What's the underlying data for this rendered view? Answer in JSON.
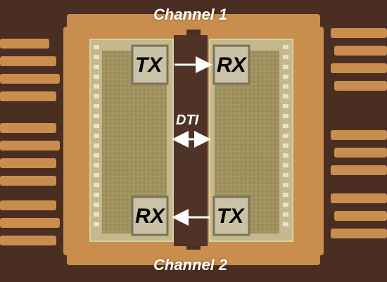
{
  "labels": {
    "channel_1": "Channel 1",
    "channel_2": "Channel 2",
    "dti": "DTI",
    "tx_top": "TX",
    "rx_top": "RX",
    "rx_bottom": "RX",
    "tx_bottom": "TX"
  },
  "colors": {
    "background": "#4a2e22",
    "copper": "#c98e4e",
    "die": "#a89968",
    "arrow": "#ffffff",
    "block_text": "#000000"
  }
}
